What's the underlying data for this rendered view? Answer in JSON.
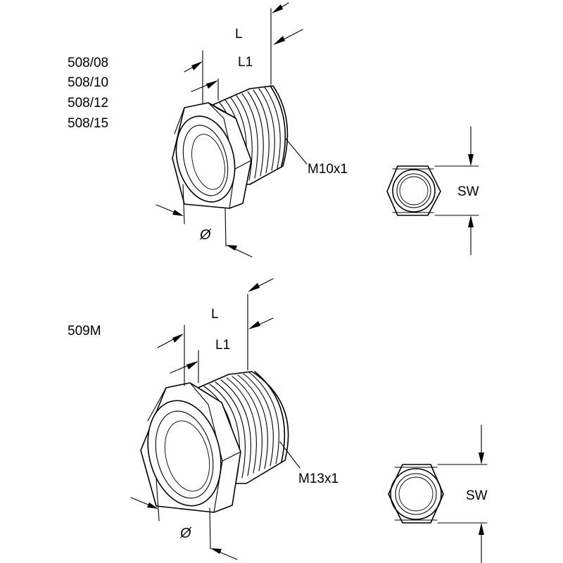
{
  "upper": {
    "variants": [
      "508/08",
      "508/10",
      "508/12",
      "508/15"
    ],
    "length_label": "L",
    "length1_label": "L1",
    "thread_label": "M10x1",
    "diameter_label": "Ø",
    "wrench_label": "SW"
  },
  "lower": {
    "variants": [
      "509M"
    ],
    "length_label": "L",
    "length1_label": "L1",
    "thread_label": "M13x1",
    "diameter_label": "Ø",
    "wrench_label": "SW"
  }
}
